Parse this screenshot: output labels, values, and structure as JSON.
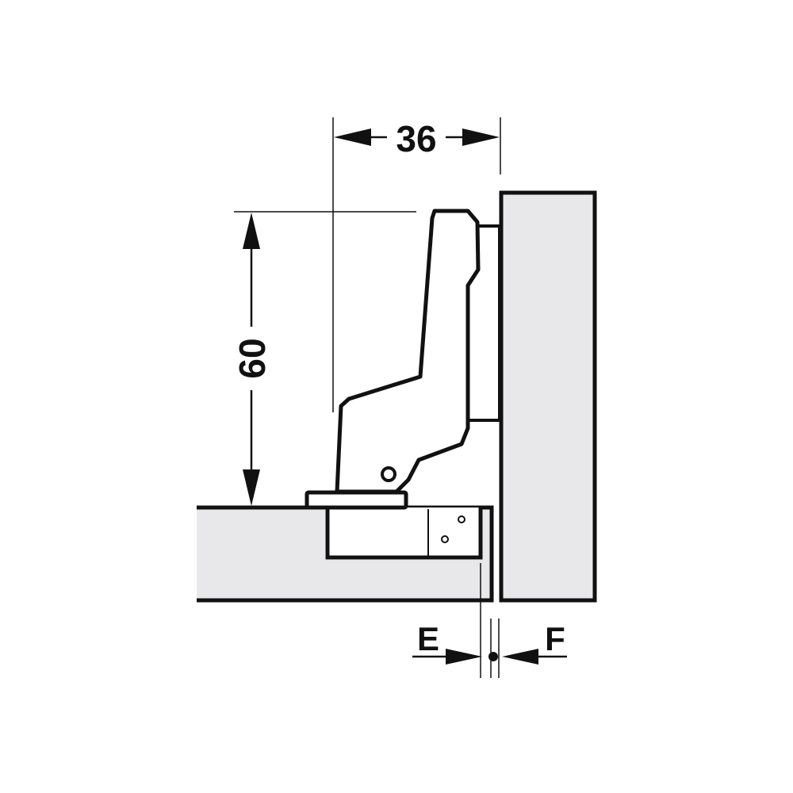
{
  "dimensions": {
    "width_label": "36",
    "height_label": "60",
    "left_gap_label": "E",
    "right_gap_label": "F"
  },
  "colors": {
    "line": "#111111",
    "panel_fill": "#e8e8ea",
    "background": "#ffffff"
  }
}
